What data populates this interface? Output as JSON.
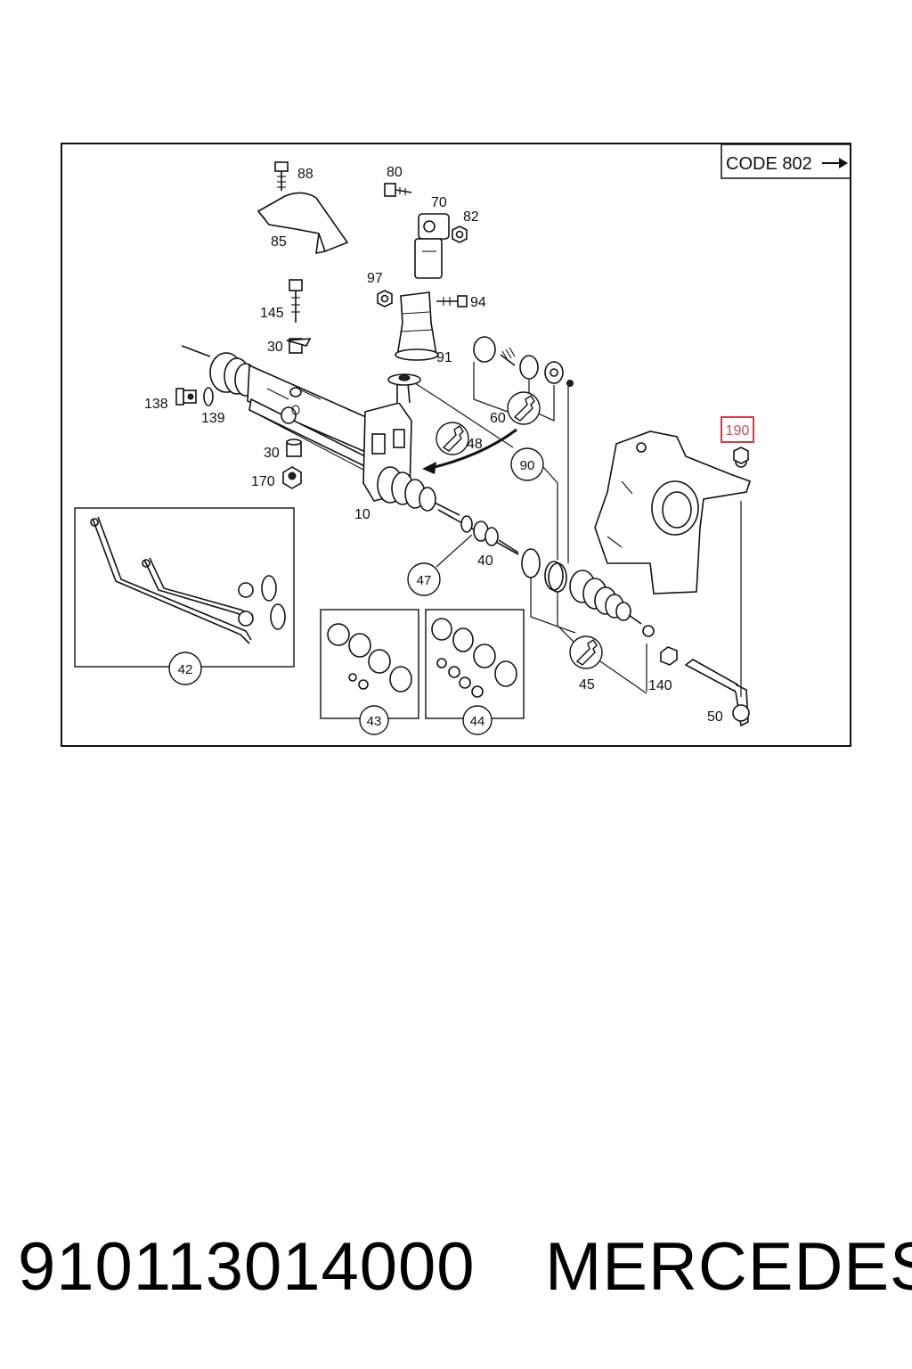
{
  "diagram": {
    "code_box": "CODE 802",
    "highlighted_label": "190",
    "labels": {
      "l88": "88",
      "l80": "80",
      "l70": "70",
      "l82": "82",
      "l85": "85",
      "l97": "97",
      "l94": "94",
      "l145": "145",
      "l30a": "30",
      "l91": "91",
      "l138": "138",
      "l139": "139",
      "l60": "60",
      "l48": "48",
      "l30b": "30",
      "l170": "170",
      "l90": "90",
      "l10": "10",
      "l40": "40",
      "l47": "47",
      "l42": "42",
      "l43": "43",
      "l44": "44",
      "l45": "45",
      "l140": "140",
      "l50": "50"
    }
  },
  "caption": {
    "part_number": "910113014000",
    "brand": "MERCEDES"
  }
}
